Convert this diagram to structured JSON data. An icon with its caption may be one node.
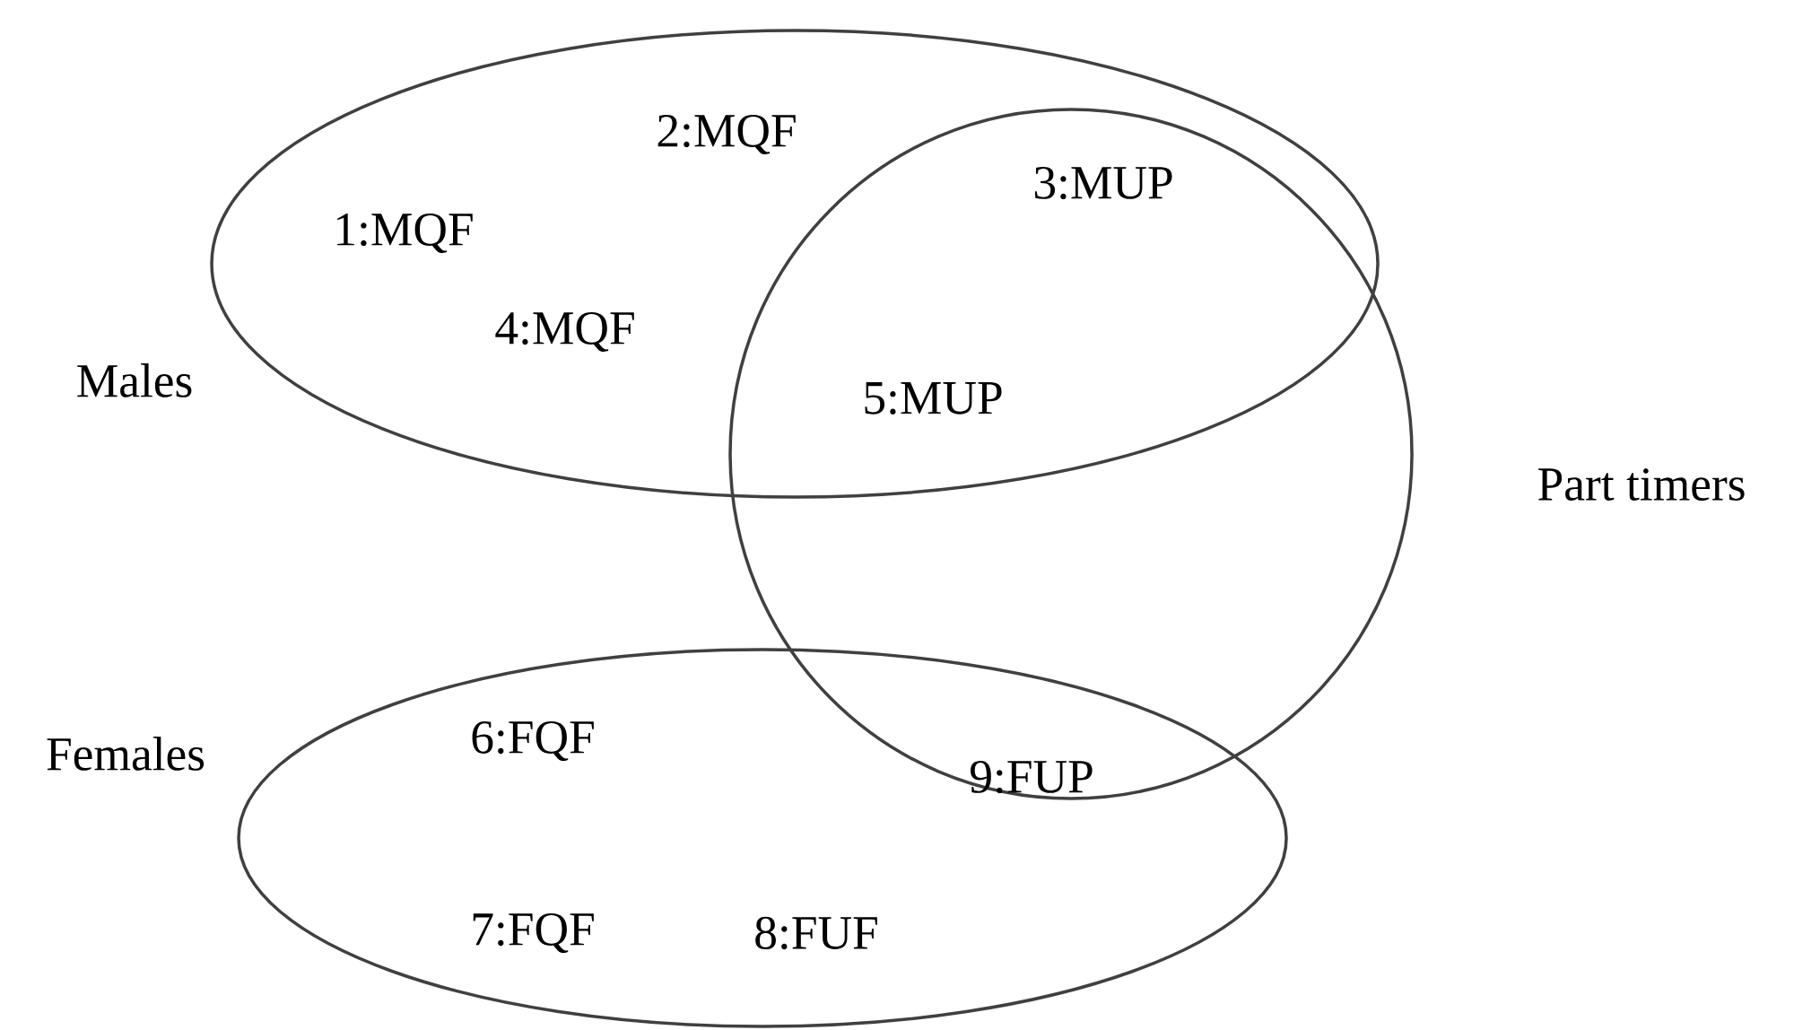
{
  "diagram": {
    "nodes": [
      {
        "text": [
          "Males"
        ]
      },
      {
        "text": [
          "Part timers"
        ]
      },
      {
        "text": [
          "Females"
        ]
      }
    ],
    "labels": [
      "2:MQF",
      "1:MQF",
      "3:MUP",
      "4:MQF",
      "5:MUP",
      "6:FQF",
      "9:FUP",
      "7:FQF",
      "8:FUF"
    ]
  }
}
